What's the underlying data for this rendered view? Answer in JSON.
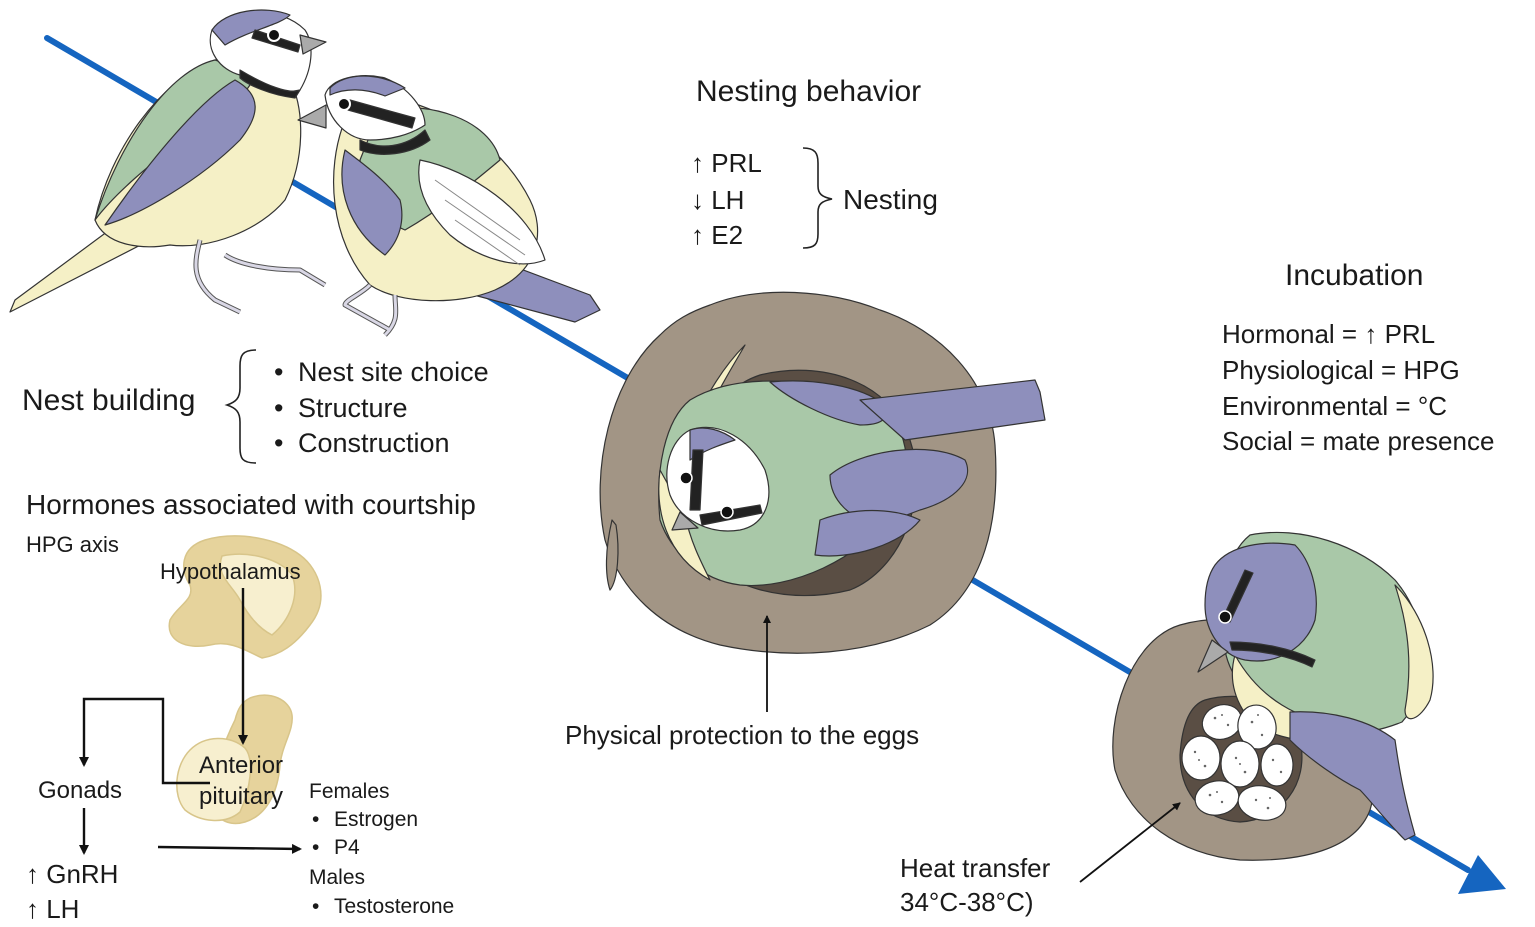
{
  "colors": {
    "timeline": "#1565c0",
    "bird_green": "#a9c8a8",
    "bird_blue": "#8e8fbc",
    "bird_cream": "#f5f0c6",
    "nest_brown": "#a29585",
    "nest_dark": "#5a4e44",
    "gland_light": "#f7efcf",
    "gland_dark": "#e6d39c"
  },
  "icons": {
    "courting_birds": "two-blue-tits-icon",
    "nest_bird": "nesting-bird-icon",
    "incubating_bird": "incubating-bird-icon",
    "eggs": "egg-clutch-icon",
    "hypothalamus": "hypothalamus-icon",
    "pituitary": "anterior-pituitary-icon"
  },
  "nest_building": {
    "title": "Nest building",
    "items": [
      "Nest site choice",
      "Structure",
      "Construction"
    ]
  },
  "courtship": {
    "title": "Hormones associated with courtship",
    "axis": "HPG axis",
    "hypothalamus": "Hypothalamus",
    "pituitary_line1": "Anterior",
    "pituitary_line2": "pituitary",
    "gonads": "Gonads",
    "gnrh": "↑ GnRH",
    "lh": "↑ LH",
    "females": "Females",
    "female_items": [
      "Estrogen",
      "P4"
    ],
    "males": "Males",
    "male_items": [
      "Testosterone"
    ]
  },
  "nesting_behavior": {
    "title": "Nesting behavior",
    "prl": "↑ PRL",
    "lh": "↓ LH",
    "e2": "↑ E2",
    "label": "Nesting",
    "protection": "Physical protection to the eggs"
  },
  "incubation": {
    "title": "Incubation",
    "lines": [
      "Hormonal = ↑ PRL",
      "Physiological = HPG",
      "Environmental = °C",
      "Social = mate presence"
    ],
    "heat_line1": "Heat transfer",
    "heat_line2": "34°C-38°C)"
  }
}
